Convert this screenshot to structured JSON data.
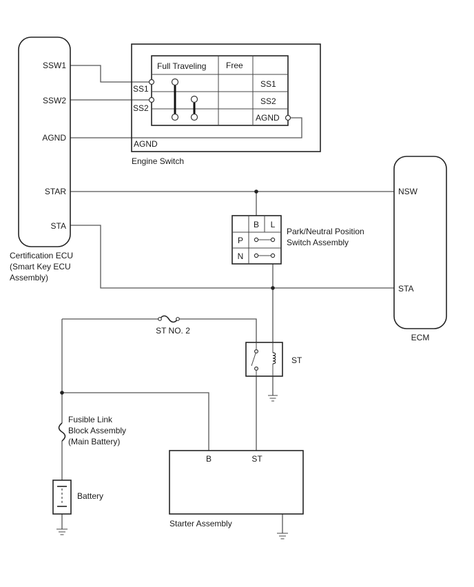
{
  "ecu": {
    "pins": [
      "SSW1",
      "SSW2",
      "AGND",
      "STAR",
      "STA"
    ],
    "caption_lines": [
      "Certification ECU",
      "(Smart Key ECU",
      "Assembly)"
    ]
  },
  "engine_switch": {
    "label": "Engine Switch",
    "col_full": "Full Traveling",
    "col_free": "Free",
    "left_pins": [
      "SS1",
      "SS2"
    ],
    "right_pins": [
      "SS1",
      "SS2",
      "AGND"
    ],
    "bottom_pin": "AGND"
  },
  "ecm": {
    "label": "ECM",
    "pins": [
      "NSW",
      "STA"
    ]
  },
  "pn_switch": {
    "col_b": "B",
    "col_l": "L",
    "row_p": "P",
    "row_n": "N",
    "label_lines": [
      "Park/Neutral Position",
      "Switch Assembly"
    ]
  },
  "fuse": {
    "label": "ST NO. 2"
  },
  "relay": {
    "label": "ST"
  },
  "fusible_link": {
    "label_lines": [
      "Fusible Link",
      "Block Assembly",
      "(Main Battery)"
    ]
  },
  "battery": {
    "label": "Battery"
  },
  "starter": {
    "label": "Starter Assembly",
    "pin_b": "B",
    "pin_st": "ST"
  }
}
